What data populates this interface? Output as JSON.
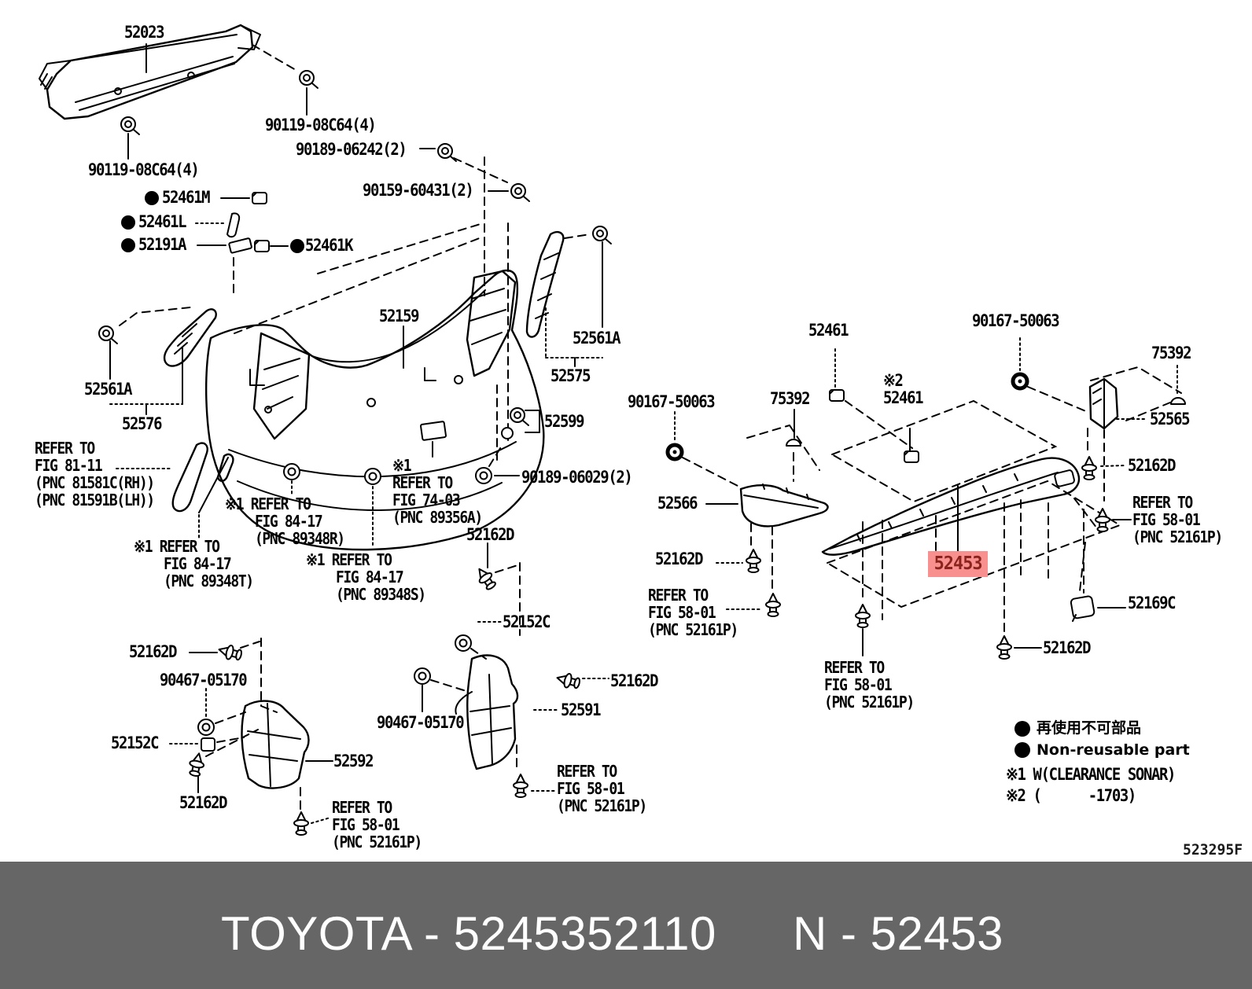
{
  "title": "Toyota rear bumper parts diagram",
  "highlight": {
    "text": "52453",
    "bg": "#F89090",
    "fg": "#8B231C"
  },
  "colors": {
    "line": "#000000",
    "background": "#FFFFFF",
    "footer_bar": "#666666",
    "footer_text": "#FFFFFF"
  },
  "footer": {
    "left": "TOYOTA - 5245352110",
    "right": "N - 52453"
  },
  "doc_code": "523295F",
  "legend": {
    "jp": "再使用不可部品",
    "en": "Non-reusable part",
    "note1": "※1 W(CLEARANCE SONAR)",
    "note2": "※2 (      -1703)"
  },
  "labels": {
    "l52023": "52023",
    "bolt_l": "90119-08C64(4)",
    "bolt_r": "90119-08C64(4)",
    "scr_06242": "90189-06242(2)",
    "scr_60431": "90159-60431(2)",
    "c52461M": "52461M",
    "c52461L": "52461L",
    "c52191A": "52191A",
    "c52461K": "52461K",
    "l52159": "52159",
    "l52561A_r": "52561A",
    "l52575": "52575",
    "l52561A_l": "52561A",
    "l52576": "52576",
    "ref8111": "REFER TO\nFIG 81-11\n(PNC 81581C(RH))\n(PNC 81591B(LH))",
    "ref8417T": "※1 REFER TO\n    FIG 84-17\n    (PNC 89348T)",
    "ref8417R": "※1 REFER TO\n    FIG 84-17\n    (PNC 89348R)",
    "ref7403": "※1\nREFER TO\nFIG 74-03\n(PNC 89356A)",
    "ref8417S": "※1 REFER TO\n    FIG 84-17\n    (PNC 89348S)",
    "l52599": "52599",
    "scr_06029": "90189-06029(2)",
    "l52162D_mid": "52162D",
    "l52152C_mid": "52152C",
    "l52162D_tl": "52162D",
    "l90467_l": "90467-05170",
    "l52152C_l": "52152C",
    "l52162D_bl": "52162D",
    "l52592": "52592",
    "ref5801_a": "REFER TO\nFIG 58-01\n(PNC 52161P)",
    "l90467_r": "90467-05170",
    "l52162D_mr": "52162D",
    "l52591": "52591",
    "ref5801_b": "REFER TO\nFIG 58-01\n(PNC 52161P)",
    "l90167_a": "90167-50063",
    "l75392_a": "75392",
    "l52566": "52566",
    "l52162D_a": "52162D",
    "ref5801_c": "REFER TO\nFIG 58-01\n(PNC 52161P)",
    "l52461_a": "52461",
    "note2_52461": "※2\n52461",
    "l90167_b": "90167-50063",
    "l75392_b": "75392",
    "l52565": "52565",
    "l52162D_b": "52162D",
    "ref5801_d": "REFER TO\nFIG 58-01\n(PNC 52161P)",
    "l52169C": "52169C",
    "l52162D_c": "52162D",
    "ref5801_e": "REFER TO\nFIG 58-01\n(PNC 52161P)"
  }
}
